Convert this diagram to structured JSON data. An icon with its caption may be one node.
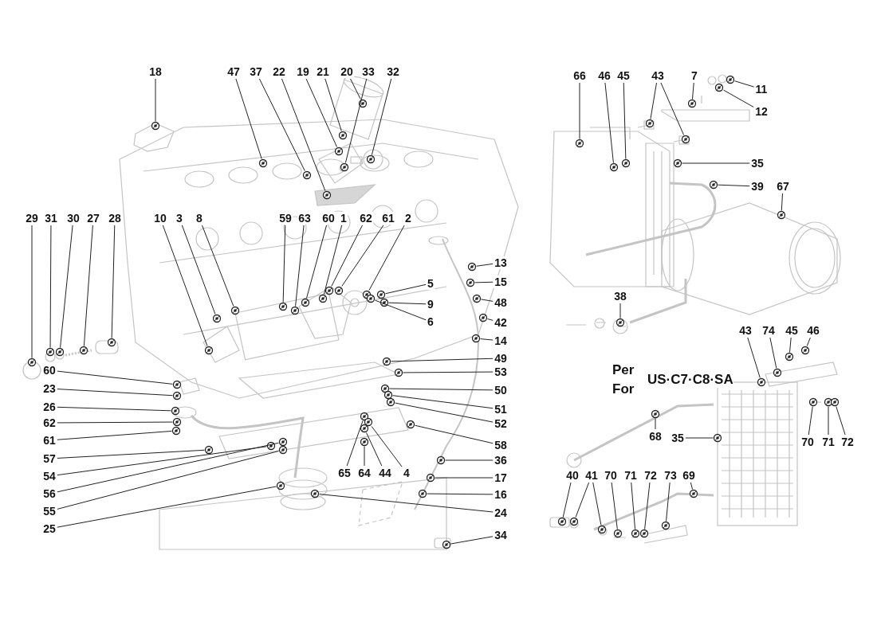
{
  "diagram": {
    "nodes": [
      {
        "text": [
          "18"
        ]
      },
      {
        "text": [
          "47"
        ]
      },
      {
        "text": [
          "37"
        ]
      },
      {
        "text": [
          "22"
        ]
      },
      {
        "text": [
          "19"
        ]
      },
      {
        "text": [
          "21"
        ]
      },
      {
        "text": [
          "20"
        ]
      },
      {
        "text": [
          "33"
        ]
      },
      {
        "text": [
          "32"
        ]
      },
      {
        "text": [
          "66"
        ]
      },
      {
        "text": [
          "46"
        ]
      },
      {
        "text": [
          "45"
        ]
      },
      {
        "text": [
          "43"
        ]
      },
      {
        "text": [
          "7"
        ]
      },
      {
        "text": [
          "11"
        ]
      },
      {
        "text": [
          "12"
        ]
      },
      {
        "text": [
          "35"
        ]
      },
      {
        "text": [
          "39"
        ]
      },
      {
        "text": [
          "67"
        ]
      },
      {
        "text": [
          "29"
        ]
      },
      {
        "text": [
          "31"
        ]
      },
      {
        "text": [
          "30"
        ]
      },
      {
        "text": [
          "27"
        ]
      },
      {
        "text": [
          "28"
        ]
      },
      {
        "text": [
          "10"
        ]
      },
      {
        "text": [
          "3"
        ]
      },
      {
        "text": [
          "8"
        ]
      },
      {
        "text": [
          "59"
        ]
      },
      {
        "text": [
          "63"
        ]
      },
      {
        "text": [
          "60"
        ]
      },
      {
        "text": [
          "1"
        ]
      },
      {
        "text": [
          "62"
        ]
      },
      {
        "text": [
          "61"
        ]
      },
      {
        "text": [
          "2"
        ]
      },
      {
        "text": [
          "5"
        ]
      },
      {
        "text": [
          "9"
        ]
      },
      {
        "text": [
          "6"
        ]
      },
      {
        "text": [
          "13"
        ]
      },
      {
        "text": [
          "15"
        ]
      },
      {
        "text": [
          "48"
        ]
      },
      {
        "text": [
          "42"
        ]
      },
      {
        "text": [
          "14"
        ]
      },
      {
        "text": [
          "38"
        ]
      },
      {
        "text": [
          "49"
        ]
      },
      {
        "text": [
          "53"
        ]
      },
      {
        "text": [
          "43"
        ]
      },
      {
        "text": [
          "74"
        ]
      },
      {
        "text": [
          "45"
        ]
      },
      {
        "text": [
          "46"
        ]
      },
      {
        "text": [
          "60"
        ]
      },
      {
        "text": [
          "50"
        ]
      },
      {
        "text": [
          "23"
        ]
      },
      {
        "text": [
          "51"
        ]
      },
      {
        "text": [
          "26"
        ]
      },
      {
        "text": [
          "52"
        ]
      },
      {
        "text": [
          "62"
        ]
      },
      {
        "text": [
          "61"
        ]
      },
      {
        "text": [
          "58"
        ]
      },
      {
        "text": [
          "68"
        ]
      },
      {
        "text": [
          "35"
        ]
      },
      {
        "text": [
          "70"
        ]
      },
      {
        "text": [
          "71"
        ]
      },
      {
        "text": [
          "72"
        ]
      },
      {
        "text": [
          "57"
        ]
      },
      {
        "text": [
          "36"
        ]
      },
      {
        "text": [
          "54"
        ]
      },
      {
        "text": [
          "17"
        ]
      },
      {
        "text": [
          "56"
        ]
      },
      {
        "text": [
          "40"
        ]
      },
      {
        "text": [
          "41"
        ]
      },
      {
        "text": [
          "70"
        ]
      },
      {
        "text": [
          "71"
        ]
      },
      {
        "text": [
          "72"
        ]
      },
      {
        "text": [
          "73"
        ]
      },
      {
        "text": [
          "69"
        ]
      },
      {
        "text": [
          "55"
        ]
      },
      {
        "text": [
          "16"
        ]
      },
      {
        "text": [
          "65"
        ]
      },
      {
        "text": [
          "64"
        ]
      },
      {
        "text": [
          "44"
        ]
      },
      {
        "text": [
          "4"
        ]
      },
      {
        "text": [
          "24"
        ]
      },
      {
        "text": [
          "25"
        ]
      },
      {
        "text": [
          "34"
        ]
      },
      {
        "text": [],
        "shape": "picture"
      },
      {
        "text": [],
        "shape": "picture"
      },
      {
        "text": [],
        "shape": "picture"
      },
      {
        "text": [],
        "shape": "picture"
      },
      {
        "text": [],
        "shape": "picture"
      },
      {
        "text": [],
        "shape": "picture"
      },
      {
        "text": [],
        "shape": "picture"
      },
      {
        "text": [],
        "shape": "picture"
      },
      {
        "text": [],
        "shape": "picture"
      },
      {
        "text": [],
        "shape": "picture"
      },
      {
        "text": [],
        "shape": "picture"
      },
      {
        "text": [],
        "shape": "picture"
      },
      {
        "text": [],
        "shape": "picture"
      },
      {
        "text": [],
        "shape": "picture"
      },
      {
        "text": [],
        "shape": "picture"
      },
      {
        "text": [],
        "shape": "picture"
      },
      {
        "text": [],
        "shape": "picture"
      },
      {
        "text": [],
        "shape": "picture"
      },
      {
        "text": [],
        "shape": "picture"
      },
      {
        "text": [],
        "shape": "picture"
      },
      {
        "text": [],
        "shape": "picture"
      },
      {
        "text": [],
        "shape": "picture"
      },
      {
        "text": [],
        "shape": "picture"
      },
      {
        "text": [],
        "shape": "picture"
      },
      {
        "text": [],
        "shape": "picture"
      },
      {
        "text": [],
        "shape": "picture"
      },
      {
        "text": [],
        "shape": "picture"
      },
      {
        "text": [],
        "shape": "picture"
      },
      {
        "text": [],
        "shape": "picture"
      },
      {
        "text": [],
        "shape": "picture"
      },
      {
        "text": [],
        "shape": "picture"
      },
      {
        "text": [],
        "shape": "picture"
      },
      {
        "text": [],
        "shape": "picture"
      },
      {
        "text": [],
        "shape": "picture"
      },
      {
        "text": [],
        "shape": "picture"
      },
      {
        "text": [],
        "shape": "picture"
      },
      {
        "text": [],
        "shape": "picture"
      },
      {
        "text": [],
        "shape": "picture"
      },
      {
        "text": [],
        "shape": "picture"
      },
      {
        "text": [],
        "shape": "picture"
      },
      {
        "text": [],
        "shape": "picture"
      },
      {
        "text": [],
        "shape": "picture"
      },
      {
        "text": [],
        "shape": "picture"
      },
      {
        "text": [],
        "shape": "picture"
      },
      {
        "text": [],
        "shape": "picture"
      },
      {
        "text": [],
        "shape": "picture"
      },
      {
        "text": [],
        "shape": "picture"
      },
      {
        "text": [],
        "shape": "picture"
      },
      {
        "text": [],
        "shape": "picture"
      },
      {
        "text": [],
        "shape": "picture"
      },
      {
        "text": [],
        "shape": "picture"
      },
      {
        "text": [],
        "shape": "picture"
      },
      {
        "text": [],
        "shape": "picture"
      },
      {
        "text": [],
        "shape": "picture"
      },
      {
        "text": [],
        "shape": "picture"
      },
      {
        "text": [],
        "shape": "picture"
      },
      {
        "text": [],
        "shape": "picture"
      },
      {
        "text": [],
        "shape": "picture"
      },
      {
        "text": [],
        "shape": "picture"
      },
      {
        "text": [],
        "shape": "picture"
      },
      {
        "text": [],
        "shape": "picture"
      },
      {
        "text": [],
        "shape": "picture"
      },
      {
        "text": [],
        "shape": "picture"
      },
      {
        "text": [],
        "shape": "picture"
      },
      {
        "text": [],
        "shape": "picture"
      },
      {
        "text": [],
        "shape": "picture"
      },
      {
        "text": [],
        "shape": "picture"
      },
      {
        "text": [],
        "shape": "picture"
      },
      {
        "text": [],
        "shape": "picture"
      },
      {
        "text": [],
        "shape": "picture"
      },
      {
        "text": [],
        "shape": "picture"
      },
      {
        "text": [],
        "shape": "picture"
      },
      {
        "text": [],
        "shape": "picture"
      },
      {
        "text": [],
        "shape": "picture"
      },
      {
        "text": [],
        "shape": "picture"
      },
      {
        "text": [],
        "shape": "picture"
      },
      {
        "text": [],
        "shape": "picture"
      },
      {
        "text": [],
        "shape": "picture"
      },
      {
        "text": [],
        "shape": "picture"
      },
      {
        "text": [],
        "shape": "picture"
      },
      {
        "text": [],
        "shape": "picture"
      },
      {
        "text": [],
        "shape": "picture"
      },
      {
        "text": [],
        "shape": "picture"
      },
      {
        "text": [],
        "shape": "picture"
      },
      {
        "text": [],
        "shape": "picture"
      },
      {
        "text": [],
        "shape": "picture"
      }
    ],
    "edges": [
      {
        "from": 0,
        "to": 84,
        "arrow": "none"
      },
      {
        "from": 1,
        "to": 85,
        "arrow": "none"
      },
      {
        "from": 2,
        "to": 86,
        "arrow": "none"
      },
      {
        "from": 3,
        "to": 87,
        "arrow": "none"
      },
      {
        "from": 4,
        "to": 88,
        "arrow": "none"
      },
      {
        "from": 5,
        "to": 89,
        "arrow": "none"
      },
      {
        "from": 6,
        "to": 90,
        "arrow": "none"
      },
      {
        "from": 7,
        "to": 91,
        "arrow": "none"
      },
      {
        "from": 8,
        "to": 92,
        "arrow": "none"
      },
      {
        "from": 9,
        "to": 93,
        "arrow": "none"
      },
      {
        "from": 10,
        "to": 94,
        "arrow": "none"
      },
      {
        "from": 11,
        "to": 95,
        "arrow": "none"
      },
      {
        "from": 12,
        "to": 96,
        "arrow": "none"
      },
      {
        "from": 12,
        "to": 97,
        "arrow": "none"
      },
      {
        "from": 13,
        "to": 98,
        "arrow": "none"
      },
      {
        "from": 14,
        "to": 99,
        "arrow": "none"
      },
      {
        "from": 15,
        "to": 100,
        "arrow": "none"
      },
      {
        "from": 16,
        "to": 101,
        "arrow": "none"
      },
      {
        "from": 17,
        "to": 102,
        "arrow": "none"
      },
      {
        "from": 18,
        "to": 103,
        "arrow": "none"
      },
      {
        "from": 19,
        "to": 104,
        "arrow": "none"
      },
      {
        "from": 20,
        "to": 105,
        "arrow": "none"
      },
      {
        "from": 21,
        "to": 106,
        "arrow": "none"
      },
      {
        "from": 22,
        "to": 107,
        "arrow": "none"
      },
      {
        "from": 23,
        "to": 108,
        "arrow": "none"
      },
      {
        "from": 24,
        "to": 109,
        "arrow": "none"
      },
      {
        "from": 25,
        "to": 110,
        "arrow": "none"
      },
      {
        "from": 26,
        "to": 111,
        "arrow": "none"
      },
      {
        "from": 27,
        "to": 112,
        "arrow": "none"
      },
      {
        "from": 28,
        "to": 113,
        "arrow": "none"
      },
      {
        "from": 29,
        "to": 114,
        "arrow": "none"
      },
      {
        "from": 30,
        "to": 115,
        "arrow": "none"
      },
      {
        "from": 31,
        "to": 116,
        "arrow": "none"
      },
      {
        "from": 32,
        "to": 117,
        "arrow": "none"
      },
      {
        "from": 33,
        "to": 118,
        "arrow": "none"
      },
      {
        "from": 34,
        "to": 119,
        "arrow": "none"
      },
      {
        "from": 35,
        "to": 120,
        "arrow": "none"
      },
      {
        "from": 36,
        "to": 121,
        "arrow": "none"
      },
      {
        "from": 37,
        "to": 122,
        "arrow": "none"
      },
      {
        "from": 38,
        "to": 123,
        "arrow": "none"
      },
      {
        "from": 39,
        "to": 124,
        "arrow": "none"
      },
      {
        "from": 40,
        "to": 125,
        "arrow": "none"
      },
      {
        "from": 41,
        "to": 126,
        "arrow": "none"
      },
      {
        "from": 42,
        "to": 127,
        "arrow": "none"
      },
      {
        "from": 43,
        "to": 128,
        "arrow": "none"
      },
      {
        "from": 44,
        "to": 129,
        "arrow": "none"
      },
      {
        "from": 45,
        "to": 130,
        "arrow": "none"
      },
      {
        "from": 46,
        "to": 131,
        "arrow": "none"
      },
      {
        "from": 47,
        "to": 132,
        "arrow": "none"
      },
      {
        "from": 48,
        "to": 133,
        "arrow": "none"
      },
      {
        "from": 49,
        "to": 134,
        "arrow": "none"
      },
      {
        "from": 50,
        "to": 135,
        "arrow": "none"
      },
      {
        "from": 51,
        "to": 136,
        "arrow": "none"
      },
      {
        "from": 52,
        "to": 137,
        "arrow": "none"
      },
      {
        "from": 53,
        "to": 138,
        "arrow": "none"
      },
      {
        "from": 54,
        "to": 139,
        "arrow": "none"
      },
      {
        "from": 55,
        "to": 140,
        "arrow": "none"
      },
      {
        "from": 56,
        "to": 141,
        "arrow": "none"
      },
      {
        "from": 57,
        "to": 142,
        "arrow": "none"
      },
      {
        "from": 58,
        "to": 143,
        "arrow": "none"
      },
      {
        "from": 59,
        "to": 144,
        "arrow": "none"
      },
      {
        "from": 60,
        "to": 145,
        "arrow": "none"
      },
      {
        "from": 61,
        "to": 146,
        "arrow": "none"
      },
      {
        "from": 62,
        "to": 147,
        "arrow": "none"
      },
      {
        "from": 63,
        "to": 148,
        "arrow": "none"
      },
      {
        "from": 64,
        "to": 149,
        "arrow": "none"
      },
      {
        "from": 65,
        "to": 150,
        "arrow": "none"
      },
      {
        "from": 66,
        "to": 151,
        "arrow": "none"
      },
      {
        "from": 67,
        "to": 152,
        "arrow": "none"
      },
      {
        "from": 68,
        "to": 153,
        "arrow": "none"
      },
      {
        "from": 69,
        "to": 154,
        "arrow": "none"
      },
      {
        "from": 69,
        "to": 155,
        "arrow": "none"
      },
      {
        "from": 70,
        "to": 156,
        "arrow": "none"
      },
      {
        "from": 71,
        "to": 157,
        "arrow": "none"
      },
      {
        "from": 72,
        "to": 158,
        "arrow": "none"
      },
      {
        "from": 73,
        "to": 159,
        "arrow": "none"
      },
      {
        "from": 74,
        "to": 160,
        "arrow": "none"
      },
      {
        "from": 75,
        "to": 161,
        "arrow": "none"
      },
      {
        "from": 76,
        "to": 162,
        "arrow": "none"
      },
      {
        "from": 77,
        "to": 163,
        "arrow": "none"
      },
      {
        "from": 78,
        "to": 164,
        "arrow": "none"
      },
      {
        "from": 79,
        "to": 165,
        "arrow": "none"
      },
      {
        "from": 80,
        "to": 166,
        "arrow": "none"
      },
      {
        "from": 81,
        "to": 167,
        "arrow": "none"
      },
      {
        "from": 82,
        "to": 168,
        "arrow": "none"
      },
      {
        "from": 83,
        "to": 169,
        "arrow": "none"
      }
    ],
    "labels": [
      "Per",
      "For",
      "US·C7·C8·SA"
    ]
  }
}
